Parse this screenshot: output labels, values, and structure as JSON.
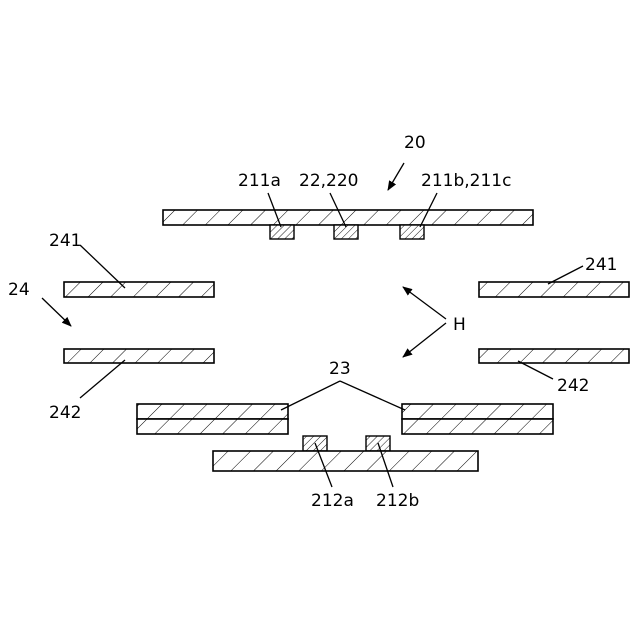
{
  "diagram": {
    "labels": {
      "assembly": "20",
      "pad_211a": "211a",
      "pad_22": "22,220",
      "pad_211bc": "211b,211c",
      "group_24": "24",
      "upper_left": "241",
      "upper_right": "241",
      "lower_left": "242",
      "lower_right": "242",
      "direction_h": "H",
      "stack_23": "23",
      "pad_212a": "212a",
      "pad_212b": "212b"
    }
  }
}
